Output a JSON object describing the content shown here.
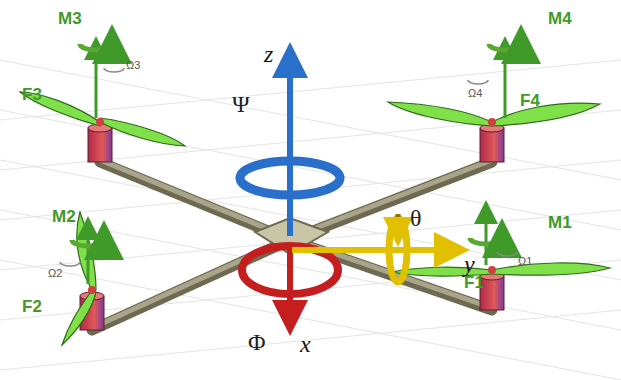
{
  "diagram": {
    "labels": [
      "M3",
      "M4",
      "Ω3",
      "Ω4",
      "F3",
      "F4",
      "z",
      "Ψ",
      "M2",
      "M1",
      "θ",
      "y",
      "Ω2",
      "Ω1",
      "F2",
      "F1",
      "Φ",
      "x"
    ]
  }
}
